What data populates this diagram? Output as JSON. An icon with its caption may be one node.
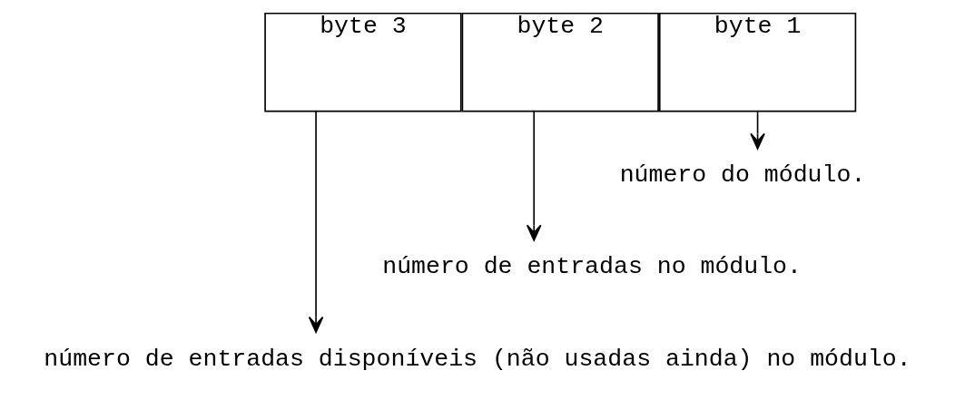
{
  "diagram": {
    "nodes": [
      {
        "text": [
          "byte 3"
        ]
      },
      {
        "text": [
          "byte 2"
        ]
      },
      {
        "text": [
          "byte 1"
        ]
      },
      {
        "text": [
          "número do módulo."
        ]
      },
      {
        "text": [
          "número de entradas no módulo."
        ]
      },
      {
        "text": [
          "número de entradas disponíveis (não usadas ainda) no módulo."
        ]
      }
    ],
    "edges": [
      {
        "from": 2,
        "to": 3,
        "arrow": "to"
      },
      {
        "from": 1,
        "to": 4,
        "arrow": "to"
      },
      {
        "from": 0,
        "to": 5,
        "arrow": "to"
      }
    ]
  }
}
